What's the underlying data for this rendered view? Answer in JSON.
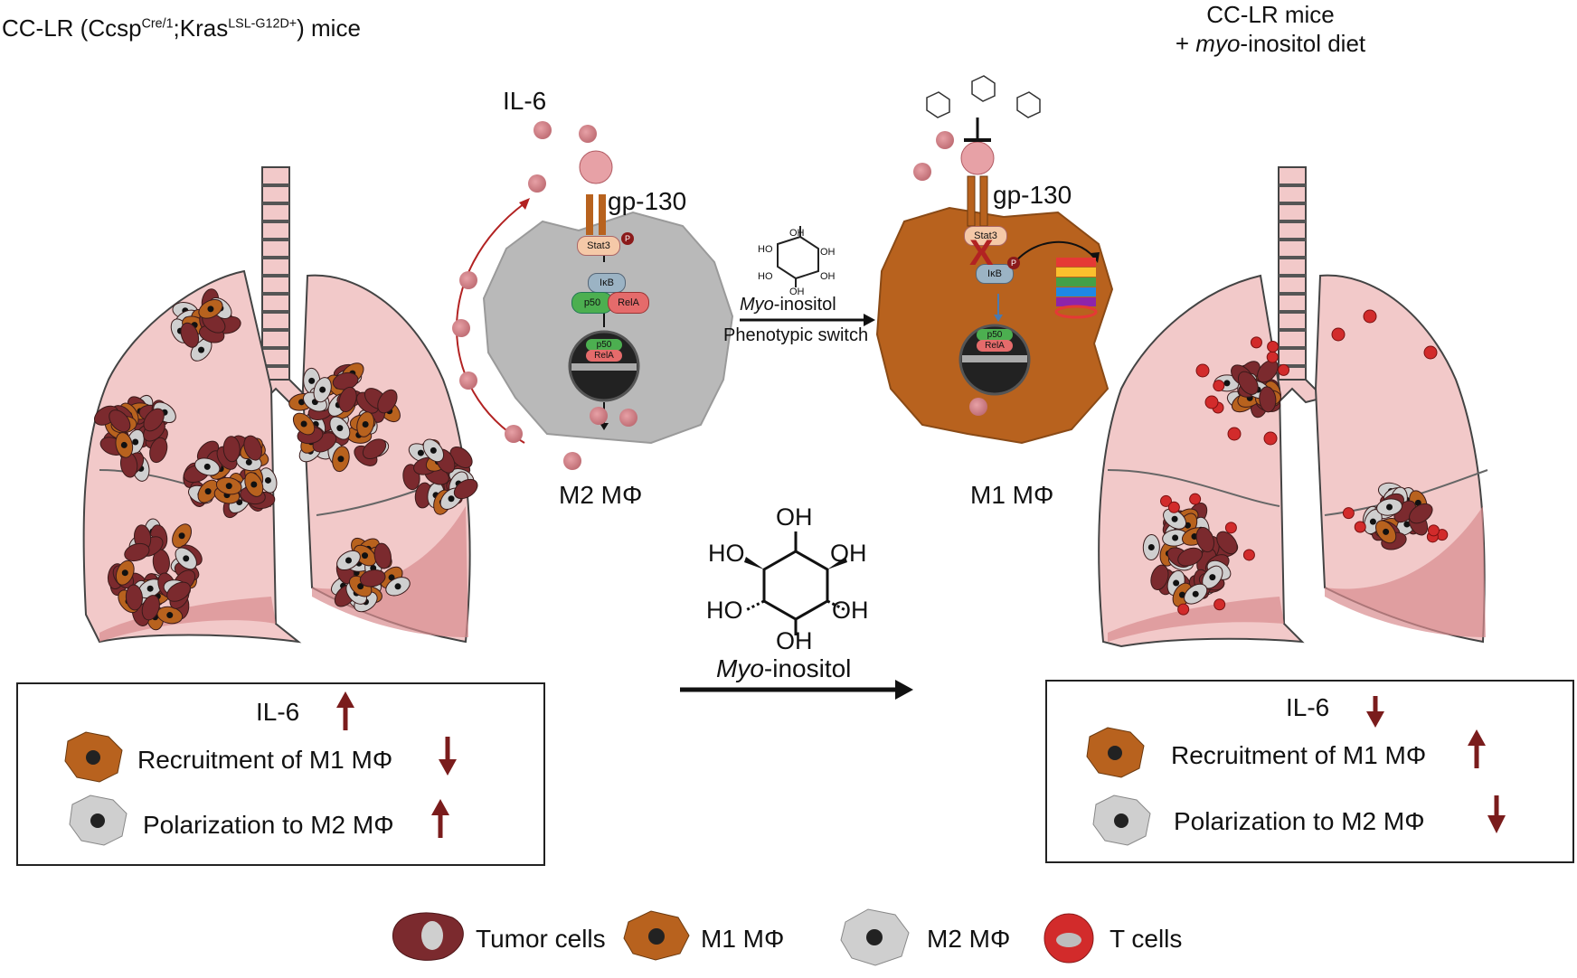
{
  "left_title": {
    "prefix": "CC-LR (Ccsp",
    "sup1": "Cre/1",
    "mid": ";Kras",
    "sup2": "LSL-G12D+",
    "suffix": ") mice"
  },
  "right_title": {
    "line1": "CC-LR mice",
    "line2_prefix": "+ ",
    "line2_italic": "myo",
    "line2_suffix": "-inositol diet"
  },
  "m2_panel": {
    "il6": "IL-6",
    "receptor": "gp-130",
    "stat3": "Stat3",
    "ikb": "IκB",
    "p50": "p50",
    "rela": "RelA",
    "p_mark": "P",
    "caption": "M2 MΦ"
  },
  "m1_panel": {
    "receptor": "gp-130",
    "stat3": "Stat3",
    "ikb": "IκB",
    "p50": "p50",
    "rela": "RelA",
    "p_mark": "P",
    "x_mark": "X",
    "caption": "M1 MΦ"
  },
  "switch_arrow": {
    "italic": "Myo",
    "suffix": "-inositol",
    "caption": "Phenotypic switch"
  },
  "molecule_small": {
    "oh": "OH",
    "ho": "HO"
  },
  "molecule_large": {
    "oh": "OH",
    "ho": "HO",
    "name_italic": "Myo",
    "name_suffix": "-inositol"
  },
  "left_box": {
    "il6": "IL-6",
    "row1": "Recruitment of M1 MΦ",
    "row2": "Polarization to M2 MΦ",
    "il6_dir": "up",
    "row1_dir": "down",
    "row2_dir": "up"
  },
  "right_box": {
    "il6": "IL-6",
    "row1": "Recruitment of M1 MΦ",
    "row2": "Polarization to M2 MΦ",
    "il6_dir": "down",
    "row1_dir": "up",
    "row2_dir": "down"
  },
  "legend": {
    "tumor": "Tumor cells",
    "m1": "M1 MΦ",
    "m2": "M2 MΦ",
    "t": "T cells"
  },
  "colors": {
    "lung": "#f2c9c9",
    "lung_dark": "#d98b8f",
    "tumor": "#7b2a2e",
    "m1": "#b8621e",
    "m2": "#b9b9b9",
    "tcell": "#d22b2b",
    "arrow_red": "#7a1c1c"
  }
}
